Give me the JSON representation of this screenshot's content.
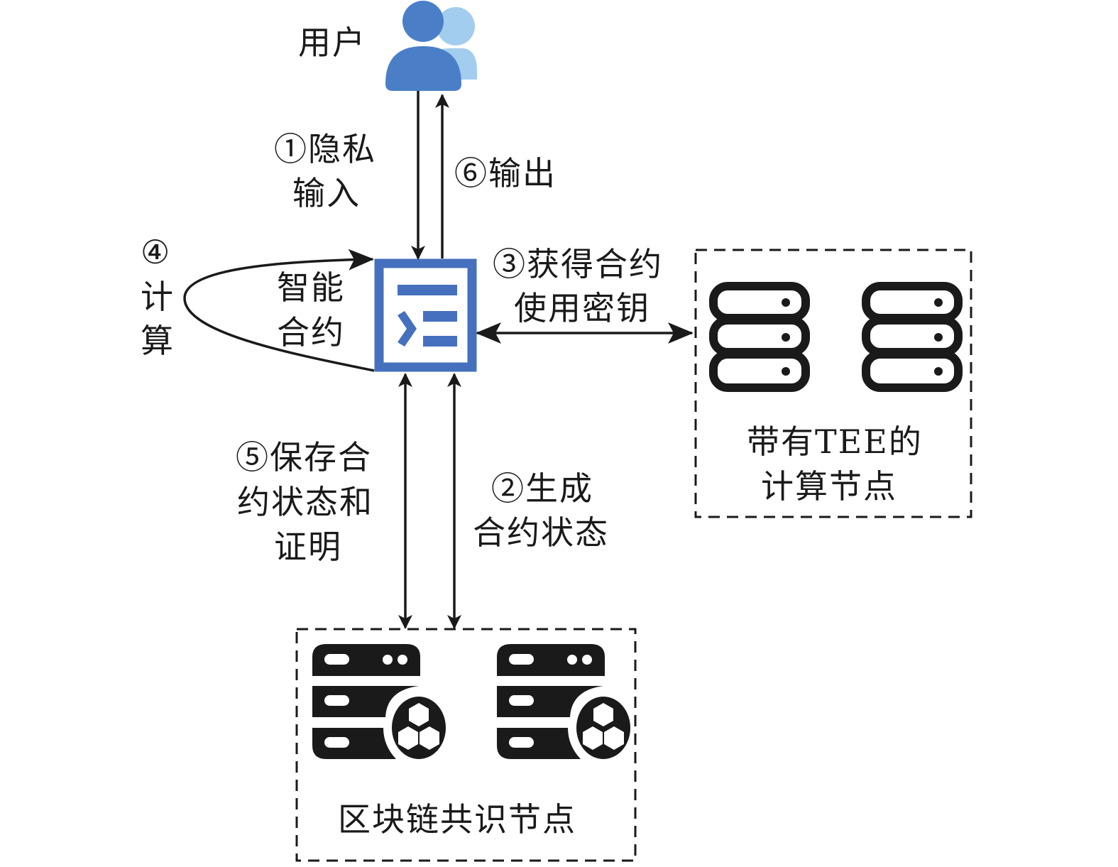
{
  "colors": {
    "user_primary": "#4a7fc8",
    "user_secondary": "#a2cdee",
    "contract_icon": "#4570be",
    "stroke": "#1a1a1a"
  },
  "nodes": {
    "user": {
      "label": "用户",
      "icon": "user-group-icon"
    },
    "smart_contract": {
      "label_line1": "智能",
      "label_line2": "合约",
      "icon": "contract-document-icon"
    },
    "tee_nodes": {
      "label_line1": "带有TEE的",
      "label_line2": "计算节点",
      "icon": "server-stack-icon",
      "count": 2
    },
    "consensus_nodes": {
      "label": "区块链共识节点",
      "icon": "blockchain-server-icon",
      "count": 2
    }
  },
  "steps": [
    {
      "num": "①",
      "line1": "①隐私",
      "line2": "输入",
      "from": "用户",
      "to": "智能合约"
    },
    {
      "num": "②",
      "line1": "②生成",
      "line2": "合约状态",
      "from": "区块链共识节点",
      "to": "智能合约"
    },
    {
      "num": "③",
      "line1": "③获得合约",
      "line2": "使用密钥",
      "from": "智能合约",
      "to": "带有TEE的计算节点"
    },
    {
      "num": "④",
      "line1": "④",
      "line2": "计",
      "line3": "算",
      "from": "智能合约",
      "to": "智能合约"
    },
    {
      "num": "⑤",
      "line1": "⑤保存合",
      "line2": "约状态和",
      "line3": "证明",
      "from": "智能合约",
      "to": "区块链共识节点"
    },
    {
      "num": "⑥",
      "line1": "⑥输出",
      "from": "智能合约",
      "to": "用户"
    }
  ]
}
